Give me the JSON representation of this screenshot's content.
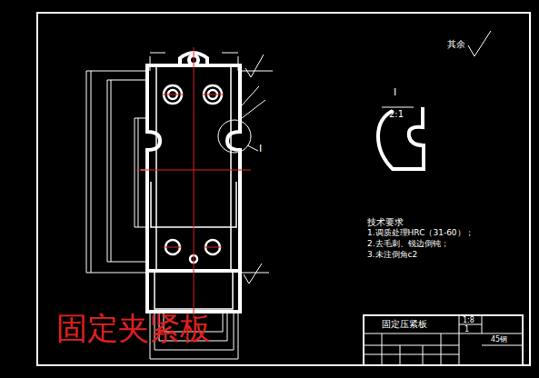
{
  "diagram": {
    "labels": [
      "固定夹紧板",
      "技术要求",
      "1.调质处理HRC（31-60）；",
      "2.去毛刺、锐边倒钝；",
      "3.未注倒角c2",
      "I",
      "I",
      "2:1",
      "固定压紧板",
      "1:8",
      "1",
      "45钢",
      "其余"
    ]
  }
}
